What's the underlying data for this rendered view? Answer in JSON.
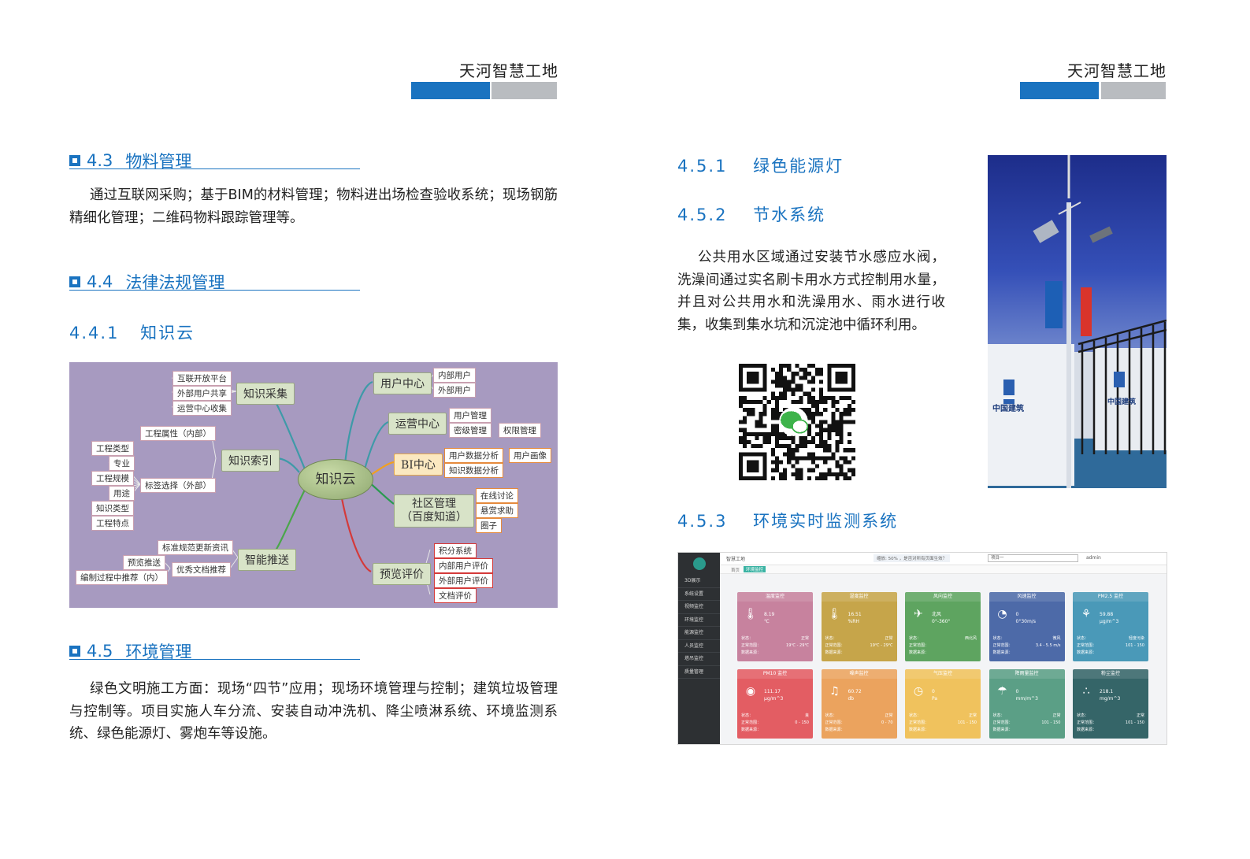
{
  "header": {
    "brand_left": "天河智慧工地",
    "brand_right": "天河智慧工地"
  },
  "sections": {
    "s43": {
      "num": "4.3",
      "title": "物料管理",
      "text": "通过互联网采购；基于BIM的材料管理；物料进出场检查验收系统；现场钢筋精细化管理；二维码物料跟踪管理等。"
    },
    "s44": {
      "num": "4.4",
      "title": "法律法规管理"
    },
    "s441": {
      "num": "4.4.1",
      "title": "知识云"
    },
    "s45": {
      "num": "4.5",
      "title": "环境管理",
      "text": "绿色文明施工方面：现场“四节”应用；现场环境管理与控制；建筑垃圾管理与控制等。项目实施人车分流、安装自动冲洗机、降尘喷淋系统、环境监测系统、绿色能源灯、雾炮车等设施。"
    },
    "s451": {
      "num": "4.5.1",
      "title": "绿色能源灯"
    },
    "s452": {
      "num": "4.5.2",
      "title": "节水系统",
      "text": "公共用水区域通过安装节水感应水阀，洗澡间通过实名刷卡用水方式控制用水量，并且对公共用水和洗澡用水、雨水进行收集，收集到集水坑和沉淀池中循环利用。"
    },
    "s453": {
      "num": "4.5.3",
      "title": "环境实时监测系统"
    }
  },
  "mindmap": {
    "center": "知识云",
    "caiji": "知识采集",
    "caiji_items": [
      "互联开放平台",
      "外部用户共享",
      "运营中心收集"
    ],
    "suoyin": "知识索引",
    "suoyin_a": "工程属性（内部）",
    "suoyin_b": "标签选择（外部）",
    "suoyin_tags": [
      "工程类型",
      "专业",
      "工程规模",
      "用途",
      "知识类型",
      "工程特点"
    ],
    "tuisong": "智能推送",
    "tuisong_a": "标准规范更新资讯",
    "tuisong_b": "优秀文档推荐",
    "tuisong_b1": "预览推送",
    "tuisong_b2": "编制过程中推荐（内）",
    "yonghu": "用户中心",
    "yonghu_items": [
      "内部用户",
      "外部用户"
    ],
    "yunying": "运营中心",
    "yunying_items": [
      "用户管理",
      "密级管理"
    ],
    "yunying_sub": "权限管理",
    "bi": "BI中心",
    "bi_items": [
      "用户数据分析",
      "知识数据分析"
    ],
    "bi_sub": "用户画像",
    "shequ_1": "社区管理",
    "shequ_2": "（百度知道）",
    "shequ_items": [
      "在线讨论",
      "悬赏求助",
      "圈子"
    ],
    "pingjia": "预览评价",
    "pingjia_items": [
      "积分系统",
      "内部用户评价",
      "外部用户评价",
      "文档评价"
    ]
  },
  "photo": {
    "sign_text_1": "中国建筑",
    "sign_text_2": "中国建筑"
  },
  "monitor": {
    "app_title": "智慧工地",
    "notice": "缩放: 50% ，是否对所有页面生效？",
    "select": "项目一",
    "user": "admin",
    "tabs": [
      "首页",
      "环境监控"
    ],
    "sidebar": [
      "3D展示",
      "系统设置",
      "视频监控",
      "环境监控",
      "能源监控",
      "人员监控",
      "塔吊监控",
      "质量管理"
    ],
    "cards": [
      {
        "title": "温度监控",
        "value": "8.19",
        "unit": "℃",
        "range": "19℃ - 29℃",
        "status": "正常",
        "color": "#c7829e",
        "icon": "🌡"
      },
      {
        "title": "湿度监控",
        "value": "16.51",
        "unit": "%RH",
        "range": "19℃ - 29℃",
        "status": "正常",
        "color": "#c6a54a",
        "icon": "🌡"
      },
      {
        "title": "风向监控",
        "value": "北风",
        "unit": "0°-360°",
        "range": "",
        "status": "西北风",
        "color": "#5ea460",
        "icon": "✈"
      },
      {
        "title": "风速监控",
        "value": "0",
        "unit": "0°30m/s",
        "range": "3.4 - 5.5 m/s",
        "status": "微风",
        "color": "#4d6aa8",
        "icon": "◔"
      },
      {
        "title": "PM2.5 监控",
        "value": "59.88",
        "unit": "μg/m^3",
        "range": "101 - 150",
        "status": "轻度污染",
        "color": "#4a99b8",
        "icon": "⚘"
      },
      {
        "title": "PM10 监控",
        "value": "111.17",
        "unit": "μg/m^3",
        "range": "0 - 150",
        "status": "良",
        "color": "#e35d63",
        "icon": "◉"
      },
      {
        "title": "噪声监控",
        "value": "60.72",
        "unit": "db",
        "range": "0 - 70",
        "status": "正常",
        "color": "#eba35e",
        "icon": "♫"
      },
      {
        "title": "气压监控",
        "value": "0",
        "unit": "Pa",
        "range": "101 - 150",
        "status": "正常",
        "color": "#f0c25d",
        "icon": "◷"
      },
      {
        "title": "降雨量监控",
        "value": "0",
        "unit": "mm/m^3",
        "range": "101 - 150",
        "status": "正常",
        "color": "#5b9f86",
        "icon": "☂"
      },
      {
        "title": "粉尘监控",
        "value": "218.1",
        "unit": "mg/m^3",
        "range": "101 - 150",
        "status": "正常",
        "color": "#356568",
        "icon": "∴"
      }
    ],
    "labels": {
      "status": "状态：",
      "range": "正常范围：",
      "source": "数据来源："
    }
  },
  "colors": {
    "accent": "#1a73c0",
    "gray_bar": "#b9bcc0",
    "mindmap_bg": "#a79ac0"
  }
}
